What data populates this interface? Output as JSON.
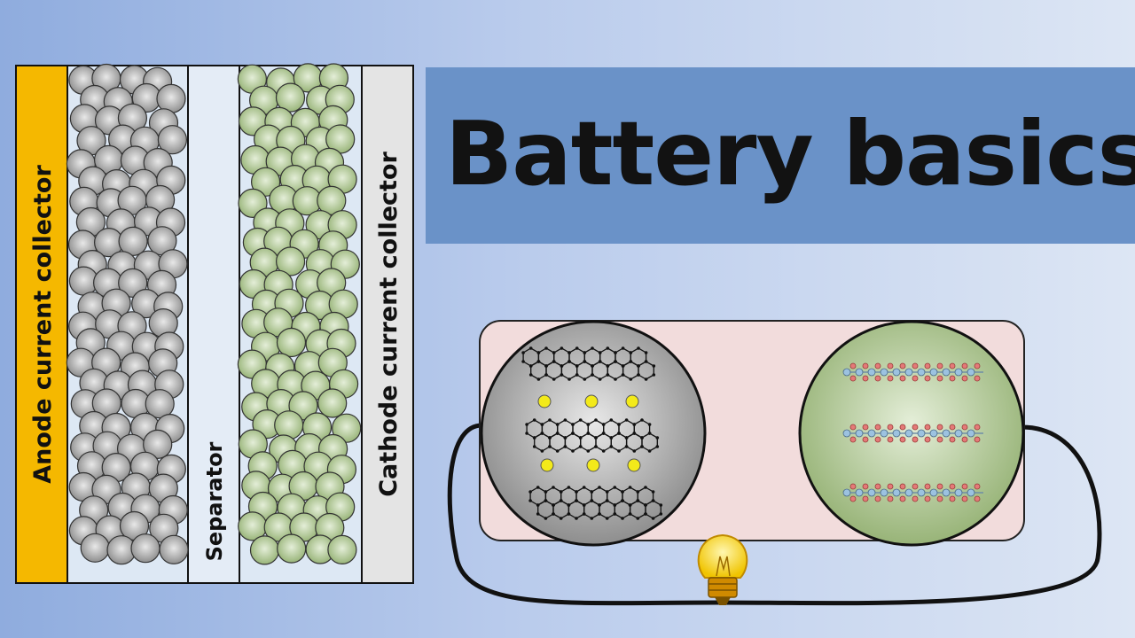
{
  "title": "Battery basics",
  "layer_labels": {
    "anode_collector": "Anode current collector",
    "separator": "Separator",
    "cathode_collector": "Cathode current collector"
  },
  "colors": {
    "background_left": "#8facde",
    "background_right": "#dde6f4",
    "title_banner": "#6a92c8",
    "anode_collector": "#f5b800",
    "electrode_bg": "#dde8f4",
    "separator_bg": "#e4ecf6",
    "cathode_collector": "#e4e4e4",
    "anode_particle": "#9a9a9a",
    "cathode_particle": "#b4c890",
    "cell_bg": "#f2dcdc",
    "lithium_ion": "#f3ea1a",
    "wire": "#111111"
  },
  "icons": {
    "bulb": "light-bulb-icon",
    "graphite": "graphite-layer-icon",
    "cathode_chain": "metal-oxide-chain-icon"
  }
}
